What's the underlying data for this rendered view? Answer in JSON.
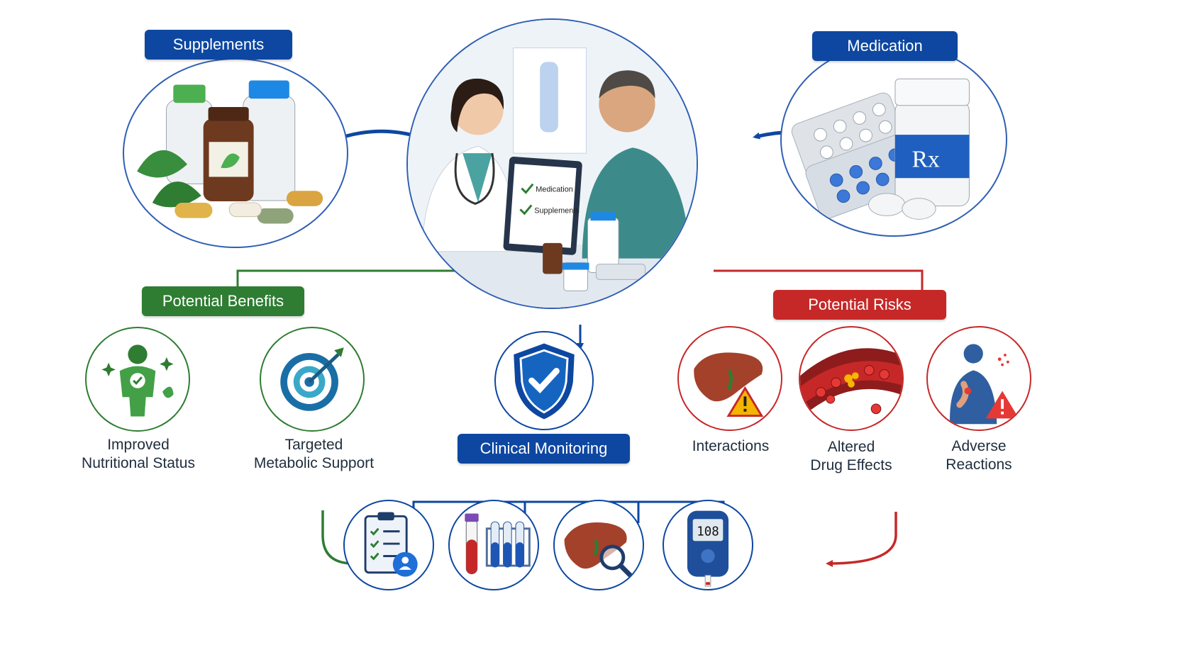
{
  "top": {
    "supplements_label": "Supplements",
    "medication_label": "Medication"
  },
  "consultation": {
    "checklist": [
      "Medication",
      "Supplements"
    ],
    "monitor_reading": "108"
  },
  "benefits": {
    "label": "Potential Benefits",
    "items": [
      {
        "line1": "Improved",
        "line2": "Nutritional Status",
        "icon": "person-check-icon"
      },
      {
        "line1": "Targeted",
        "line2": "Metabolic Support",
        "icon": "target-icon"
      }
    ]
  },
  "monitoring": {
    "label": "Clinical Monitoring",
    "icon": "shield-check-icon",
    "tools": [
      "clipboard-checklist-icon",
      "test-tubes-icon",
      "liver-magnifier-icon",
      "glucose-meter-icon"
    ]
  },
  "risks": {
    "label": "Potential Risks",
    "items": [
      {
        "line1": "Interactions",
        "line2": "",
        "icon": "liver-warning-icon"
      },
      {
        "line1": "Altered",
        "line2": "Drug Effects",
        "icon": "blood-vessel-icon"
      },
      {
        "line1": "Adverse",
        "line2": "Reactions",
        "icon": "person-pain-warning-icon"
      }
    ]
  },
  "colors": {
    "blue": "#0d47a1",
    "green": "#2e7d32",
    "red": "#c62828"
  }
}
